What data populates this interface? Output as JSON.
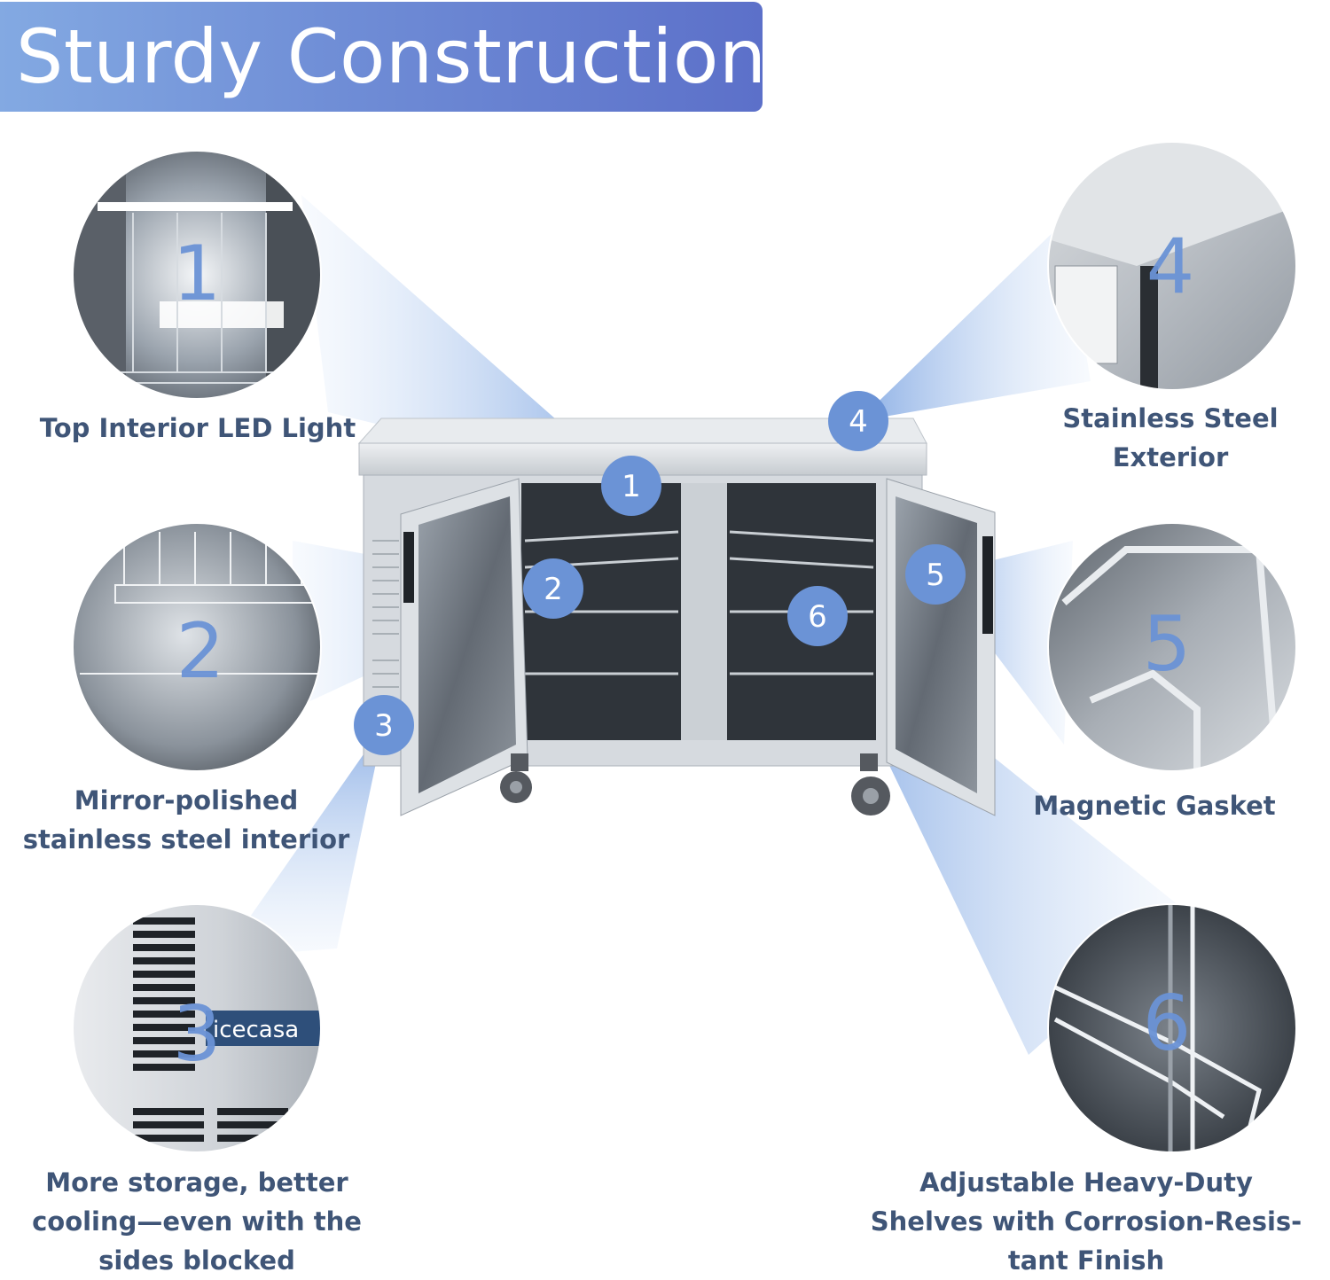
{
  "title": "Sturdy Construction",
  "features": [
    {
      "number": "1",
      "label": "Top Interior LED Light"
    },
    {
      "number": "2",
      "label_lines": [
        "Mirror-polished",
        "stainless steel interior"
      ]
    },
    {
      "number": "3",
      "label_lines": [
        "More storage, better",
        "cooling—even with the",
        "sides blocked"
      ]
    },
    {
      "number": "4",
      "label_lines": [
        "Stainless Steel",
        "Exterior"
      ]
    },
    {
      "number": "5",
      "label": "Magnetic Gasket"
    },
    {
      "number": "6",
      "label_lines": [
        "Adjustable Heavy-Duty",
        "Shelves with Corrosion-Resis-",
        "tant Finish"
      ]
    }
  ],
  "brand_logo_text": "icecasa",
  "colors": {
    "banner_start": "#83a9e2",
    "banner_end": "#5c70c9",
    "badge_fill": "#6b93d6",
    "label_text": "#3f5577",
    "beam": "#a9c6ee"
  }
}
